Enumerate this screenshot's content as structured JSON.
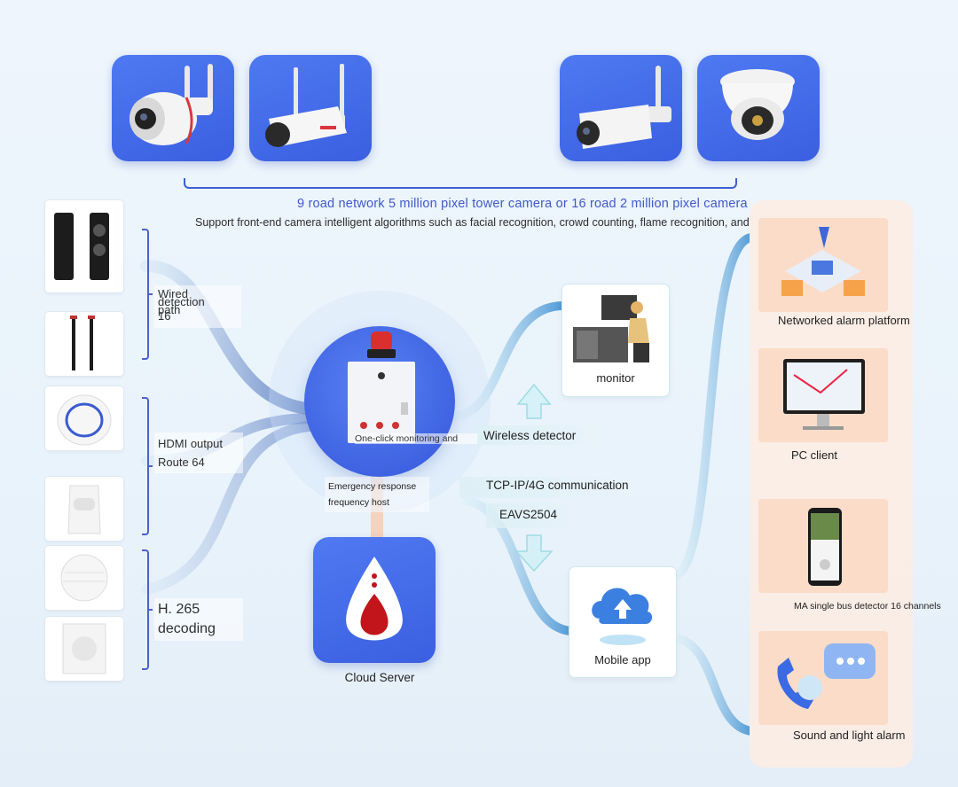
{
  "cameras": {
    "headline": "9 road network 5 million pixel tower camera or 16 road 2 million pixel camera",
    "subline": "Support front-end camera intelligent algorithms such as facial recognition, crowd counting, flame recognition, and cross-border recognition",
    "tiles": [
      "bullet-camera-dual-antenna",
      "bullet-camera-white",
      "bullet-camera-single-antenna",
      "dome-camera"
    ]
  },
  "inputs": {
    "group1_label": "Wired detection path 16",
    "group1_line1": "Wired",
    "group1_line2": "detection",
    "group1_line3": "path",
    "group1_line4": "16",
    "group2_line1": "HDMI output",
    "group2_line2": "Route 64",
    "group3_line1": "H. 265",
    "group3_line2": "decoding"
  },
  "hub": {
    "panel_text": "One-click monitoring and",
    "caption_line1": "Emergency response",
    "caption_line2": "frequency host"
  },
  "cloud_server": {
    "label": "Cloud Server"
  },
  "monitor": {
    "label": "monitor"
  },
  "mobile_app": {
    "label": "Mobile app"
  },
  "links": {
    "wireless": "Wireless detector",
    "tcp": "TCP-IP/4G communication",
    "model": "EAVS2504"
  },
  "outputs": {
    "networked": "Networked alarm platform",
    "pc": "PC client",
    "ma": "MA single bus detector 16 channels",
    "sound": "Sound and light alarm"
  },
  "colors": {
    "tile_blue": "#4468e8",
    "accent_blue": "#4059c9",
    "flow_blue": "#3e8fd2",
    "panel_peach": "#fadcc8"
  }
}
